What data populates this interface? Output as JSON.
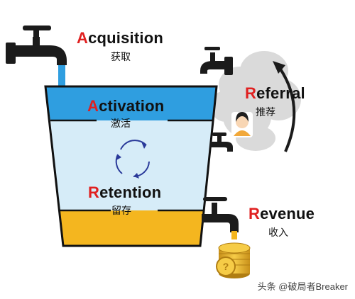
{
  "stages": {
    "acquisition": {
      "first": "A",
      "rest": "cquisition",
      "zh": "获取"
    },
    "activation": {
      "first": "A",
      "rest": "ctivation",
      "zh": "激活"
    },
    "retention": {
      "first": "R",
      "rest": "etention",
      "zh": "留存"
    },
    "referral": {
      "first": "R",
      "rest": "eferral",
      "zh": "推荐"
    },
    "revenue": {
      "first": "R",
      "rest": "evenue",
      "zh": "收入"
    }
  },
  "watermark": "头条 @破局者Breaker",
  "icons": {
    "tap": "faucet-icon",
    "cycle": "cycle-arrows-icon",
    "person": "person-icon",
    "coins": "coins-icon",
    "curved_arrow": "curved-arrow-icon",
    "cloud": "cloud-icon"
  },
  "colors": {
    "accent_letter": "#e02020",
    "water_dark": "#2f9ee0",
    "water_light": "#cfe8f7",
    "revenue_fill": "#f4b61f",
    "tap": "#1b1b1b",
    "cloud": "#d9d9d9"
  }
}
